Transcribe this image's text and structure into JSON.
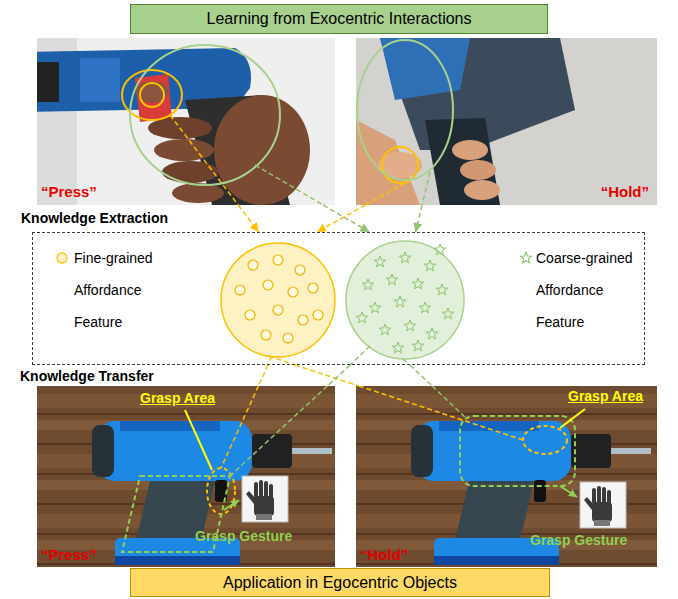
{
  "diagram": {
    "nodes": [
      {
        "text": [
          "Learning from Exocentric Interactions"
        ]
      },
      {
        "text": [
          "“Press”"
        ]
      },
      {
        "text": [
          "“Hold”"
        ]
      },
      {
        "text": [
          "Knowledge Extraction"
        ]
      },
      {
        "text": [
          "Grasp Area",
          "Grasp Gesture",
          "“Press”"
        ]
      },
      {
        "text": [
          "Grasp Area",
          "Grasp Gesture",
          "“Hold”"
        ]
      },
      {
        "text": [
          "Application in Egocentric Objects"
        ]
      }
    ],
    "edges": [
      {
        "from": 1,
        "to": 3,
        "arrow": "to"
      },
      {
        "from": 1,
        "to": 3,
        "arrow": "to"
      },
      {
        "from": 2,
        "to": 3,
        "arrow": "to"
      },
      {
        "from": 2,
        "to": 3,
        "arrow": "to"
      },
      {
        "from": 3,
        "to": 4,
        "arrow": "none"
      },
      {
        "from": 3,
        "to": 5,
        "arrow": "none"
      },
      {
        "from": 3,
        "to": 4,
        "arrow": "none"
      },
      {
        "from": 3,
        "to": 5,
        "arrow": "none"
      }
    ],
    "labels": [
      "Knowledge Transfer"
    ],
    "legend": [
      {
        "text": "Fine-grained Affordance Feature"
      },
      {
        "text": "Coarse-grained Affordance Feature"
      }
    ]
  }
}
